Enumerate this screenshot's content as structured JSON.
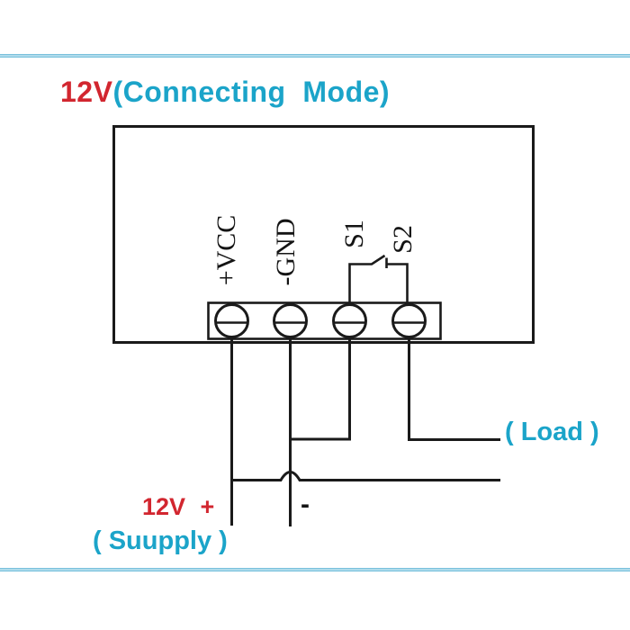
{
  "title": {
    "voltage": "12V",
    "mode": "(Connecting  Mode)"
  },
  "module": {
    "terminal_labels": [
      "+VCC",
      "-GND",
      "S1",
      "S2"
    ]
  },
  "annotations": {
    "load": "( Load )",
    "supply_positive": "12V +",
    "supply_negative": "-",
    "supply_name": "( Suupply )"
  },
  "colors": {
    "accent_red": "#d2262f",
    "accent_cyan": "#1ba4c9",
    "border_blue": "#5fb4d4",
    "wire_black": "#1a1a1a"
  }
}
